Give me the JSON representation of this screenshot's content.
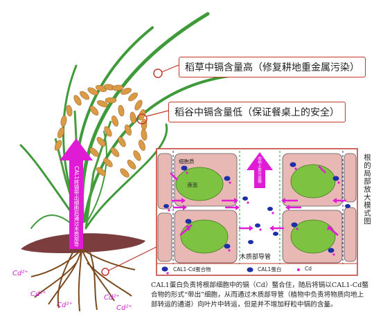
{
  "callouts": {
    "straw": "稻草中镉含量高（修复耕地重金属污染）",
    "grain": "稻谷中镉含量低（保证餐桌上的安全）"
  },
  "arrows": {
    "main_up": "CAL1将镉带出细胞后通过木质部导管",
    "small_up": "向地上部分运输"
  },
  "cell_labels": {
    "cytoplasm": "细胞质",
    "vacuole": "液泡",
    "xylem": "木质部导管"
  },
  "side_label": "根的局部放大模式图",
  "cd_labels": [
    "Cd²⁺",
    "Cd²⁺",
    "Cd²⁺",
    "Cd²⁺",
    "Cd²⁺"
  ],
  "legend": {
    "complex": "CAL1-Cd蛋合物",
    "cal1": "CAL1蛋白",
    "cd": "Cd"
  },
  "caption": "CAL1蛋白负责将根部细胞中的镉（Cd）螯合住，随后将镉以CAL1-Cd螯合物的形式“带出”细胞，从而通过木质部导管（植物中负责将物质向地上部转运的通道）向叶片中转运，但是并不增加籽粒中镉的含量。",
  "colors": {
    "callout_border": "#c0392b",
    "magenta": "#e01bd6",
    "cell_fill": "#e8b9b4",
    "vacuole": "#7dc241",
    "protein": "#1d2fa8",
    "soil": "#7b3d3d"
  }
}
